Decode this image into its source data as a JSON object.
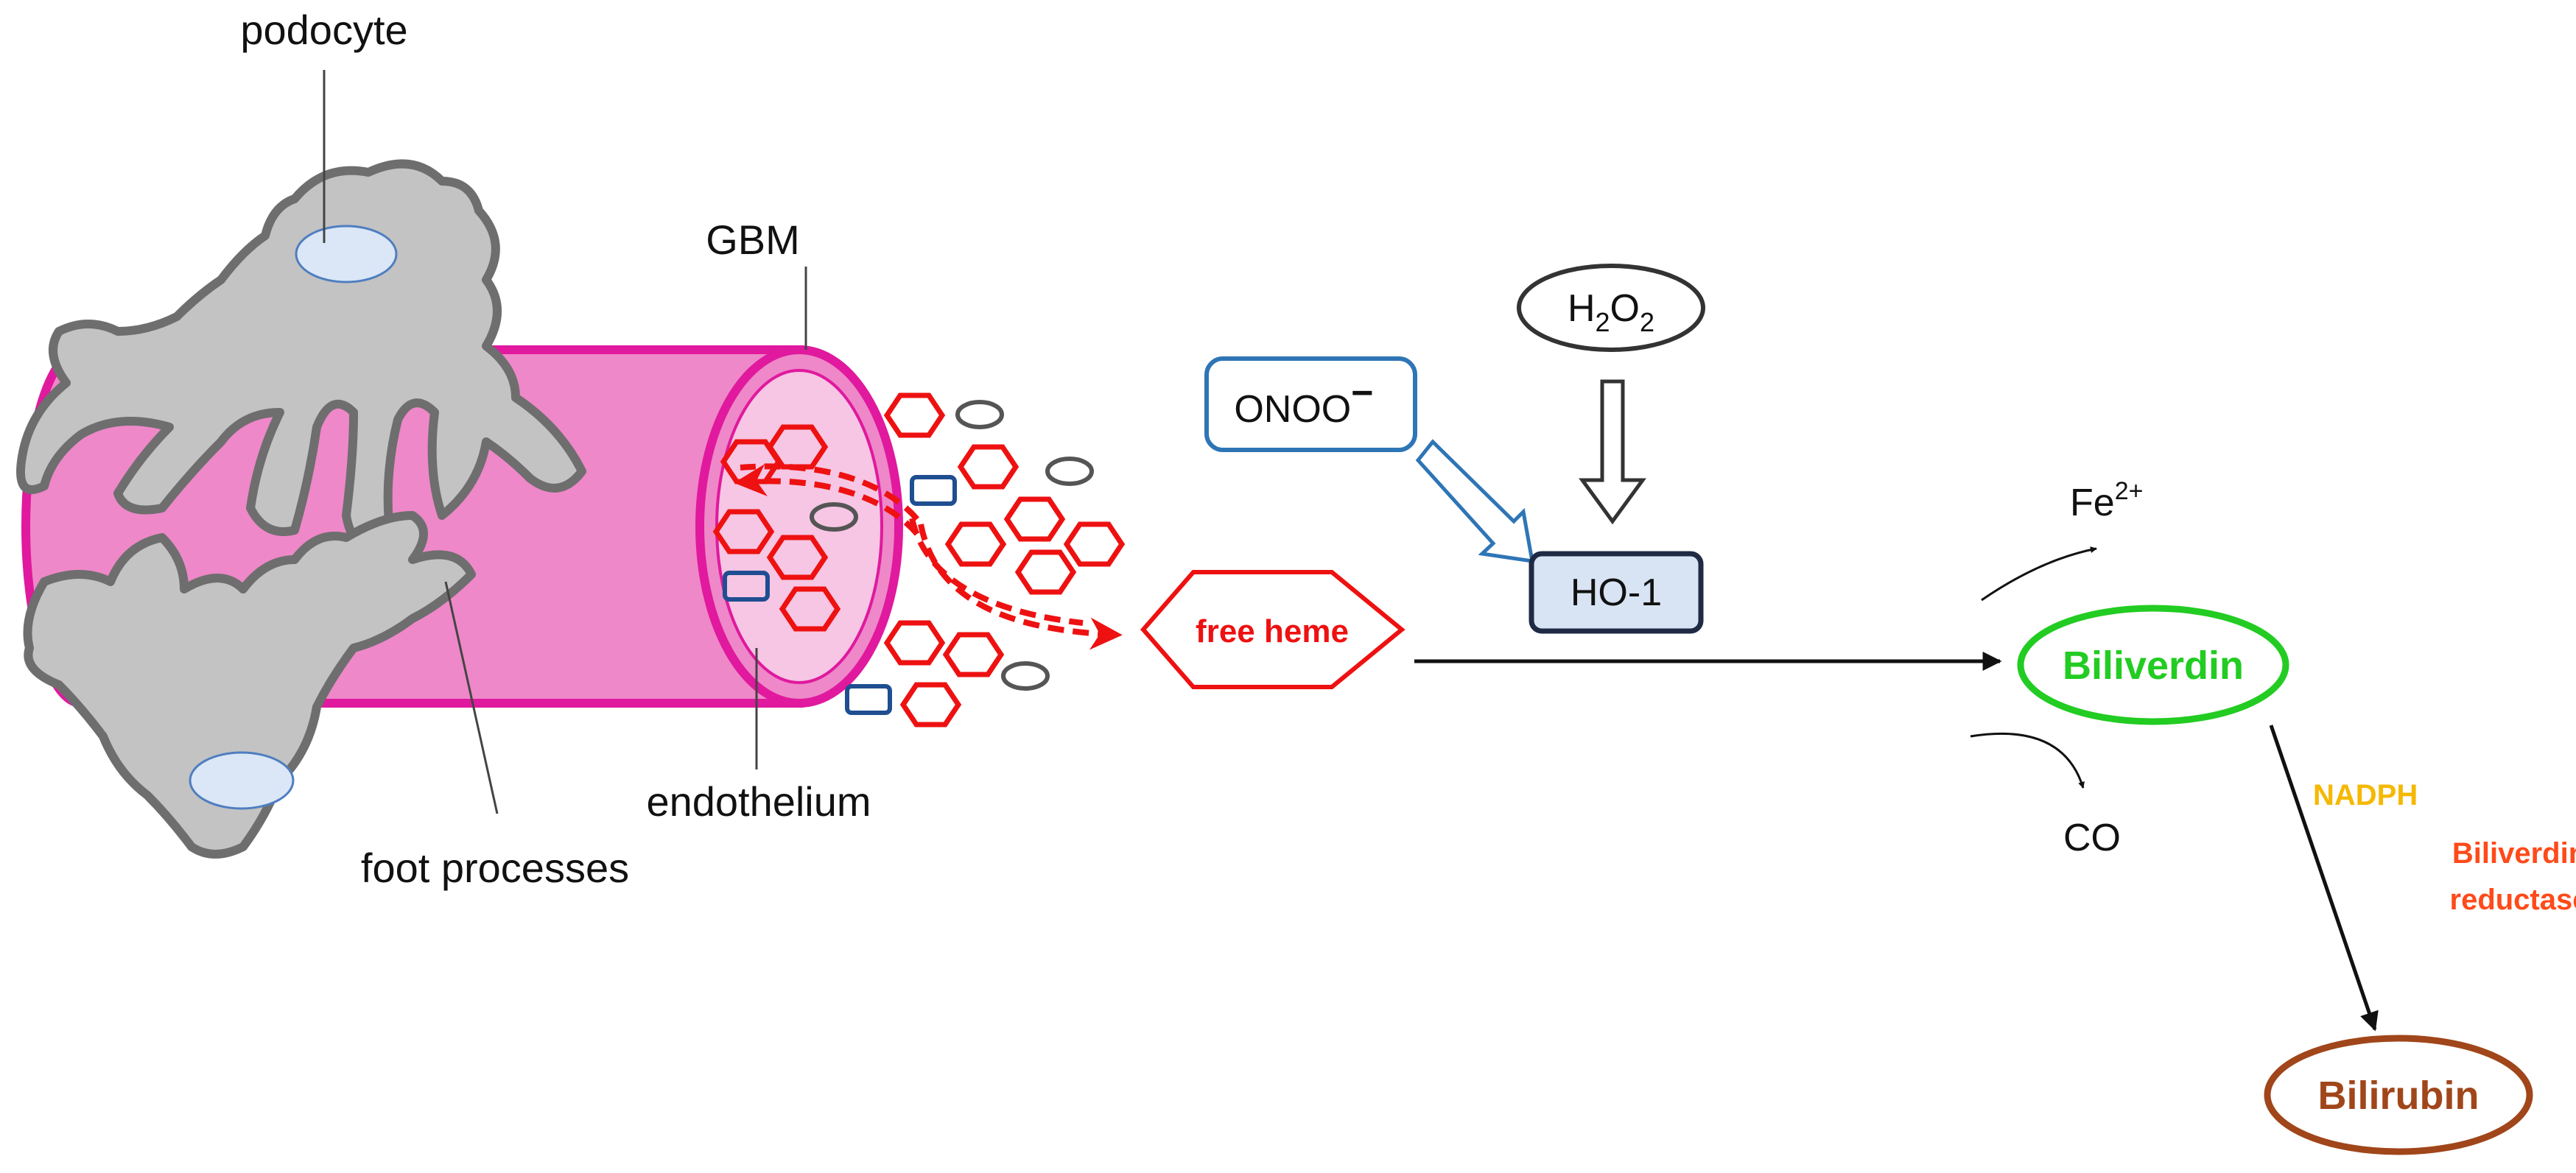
{
  "labels": {
    "podocyte": "podocyte",
    "gbm": "GBM",
    "endothelium": "endothelium",
    "foot_processes": "foot processes",
    "free_heme": "free heme",
    "onoo": "ONOO",
    "onoo_charge": "−",
    "h2o2_h": "H",
    "h2o2_sub1": "2",
    "h2o2_o": "O",
    "h2o2_sub2": "2",
    "ho1": "HO-1",
    "fe": "Fe",
    "fe_charge": "2+",
    "co": "CO",
    "biliverdin": "Biliverdin",
    "nadph": "NADPH",
    "biliverdin_reductase_line1": "Biliverdin",
    "biliverdin_reductase_line2": "reductase",
    "bilirubin": "Bilirubin"
  },
  "colors": {
    "vessel_magenta": "#e0199e",
    "vessel_fill": "#ee88c8",
    "lumen_fill": "#f6c6e4",
    "podocyte_fill": "#c3c3c3",
    "podocyte_stroke": "#6e6e6e",
    "nucleus_fill": "#dbe7f6",
    "heme_red": "#ee1111",
    "blue_box": "#1f4e91",
    "grey_oval": "#555555",
    "onoo_blue": "#2e75b6",
    "ho1_fill": "#d8e4f3",
    "ho1_stroke": "#1f2a44",
    "biliverdin_green": "#22cc22",
    "nadph_yellow": "#f5b800",
    "reductase_orange": "#ff4a1a",
    "bilirubin_brown": "#a0461a"
  }
}
